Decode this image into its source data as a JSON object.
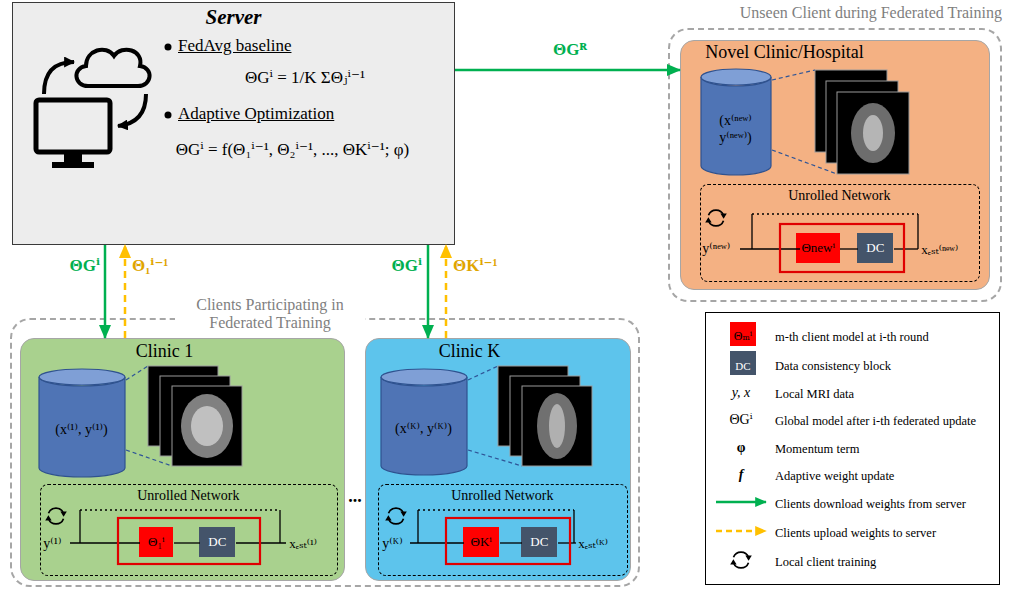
{
  "diagram": {
    "nodes": [
      {
        "text": [
          "Server",
          "FedAvg baseline",
          "ΘGⁱ = 1/K ΣΘⱼⁱ⁻¹",
          "Adaptive Optimization",
          "ΘGⁱ = f(Θ₁ⁱ⁻¹, Θ₂ⁱ⁻¹, ..., ΘKⁱ⁻¹; φ)"
        ]
      },
      {
        "text": [
          "Unseen Client during Federated Training"
        ]
      },
      {
        "text": [
          "Novel Clinic/Hospital"
        ],
        "in": 1
      },
      {
        "text": [
          "(x⁽ⁿᵉʷ⁾ y⁽ⁿᵉʷ⁾)"
        ],
        "in": 2
      },
      {
        "text": [
          "Unrolled Network",
          "y⁽ⁿᵉʷ⁾",
          "xₑₛₜ⁽ⁿᵉʷ⁾"
        ],
        "in": 2
      },
      {
        "text": [
          "Θnewⁱ"
        ],
        "in": 4
      },
      {
        "text": [
          "DC"
        ],
        "in": 4
      },
      {
        "text": [
          "Clients Participating in Federated Training"
        ]
      },
      {
        "text": [
          "Clinic 1"
        ],
        "in": 7
      },
      {
        "text": [
          "(x⁽¹⁾, y⁽¹⁾)"
        ],
        "in": 8
      },
      {
        "text": [
          "Unrolled Network",
          "y⁽¹⁾",
          "xₑₛₜ⁽¹⁾"
        ],
        "in": 8
      },
      {
        "text": [
          "Θ₁ⁱ"
        ],
        "in": 10
      },
      {
        "text": [
          "DC"
        ],
        "in": 10
      },
      {
        "text": [
          "Clinic K"
        ],
        "in": 7
      },
      {
        "text": [
          "(x⁽ᴷ⁾, y⁽ᴷ⁾)"
        ],
        "in": 13
      },
      {
        "text": [
          "Unrolled Network",
          "y⁽ᴷ⁾",
          "xₑₛₜ⁽ᴷ⁾"
        ],
        "in": 13
      },
      {
        "text": [
          "ΘKⁱ"
        ],
        "in": 15
      },
      {
        "text": [
          "DC"
        ],
        "in": 15
      }
    ],
    "edges": [
      {
        "from": 0,
        "to": 8,
        "arrow": "to",
        "label": "ΘGⁱ"
      },
      {
        "from": 8,
        "to": 0,
        "arrow": "to",
        "label": "Θ₁ⁱ⁻¹"
      },
      {
        "from": 0,
        "to": 13,
        "arrow": "to",
        "label": "ΘGⁱ"
      },
      {
        "from": 13,
        "to": 0,
        "arrow": "to",
        "label": "ΘKⁱ⁻¹"
      },
      {
        "from": 0,
        "to": 2,
        "arrow": "to",
        "label": "ΘGᴿ"
      }
    ],
    "labels": [
      "...",
      "Θₘⁱ",
      "DC",
      "y, x",
      "ΘGⁱ",
      "φ",
      "f"
    ],
    "legend": [
      {
        "text": "m-th client model at i-th round",
        "color": "#ff0000"
      },
      {
        "text": "Data consistency block",
        "color": "#44546a"
      },
      {
        "text": "Local MRI data"
      },
      {
        "text": "Global model after i-th federated update"
      },
      {
        "text": "Momentum term"
      },
      {
        "text": "Adaptive weight update"
      },
      {
        "text": "Clients download weights from server"
      },
      {
        "text": "Clients upload weights to server"
      },
      {
        "text": "Local client training"
      }
    ]
  }
}
